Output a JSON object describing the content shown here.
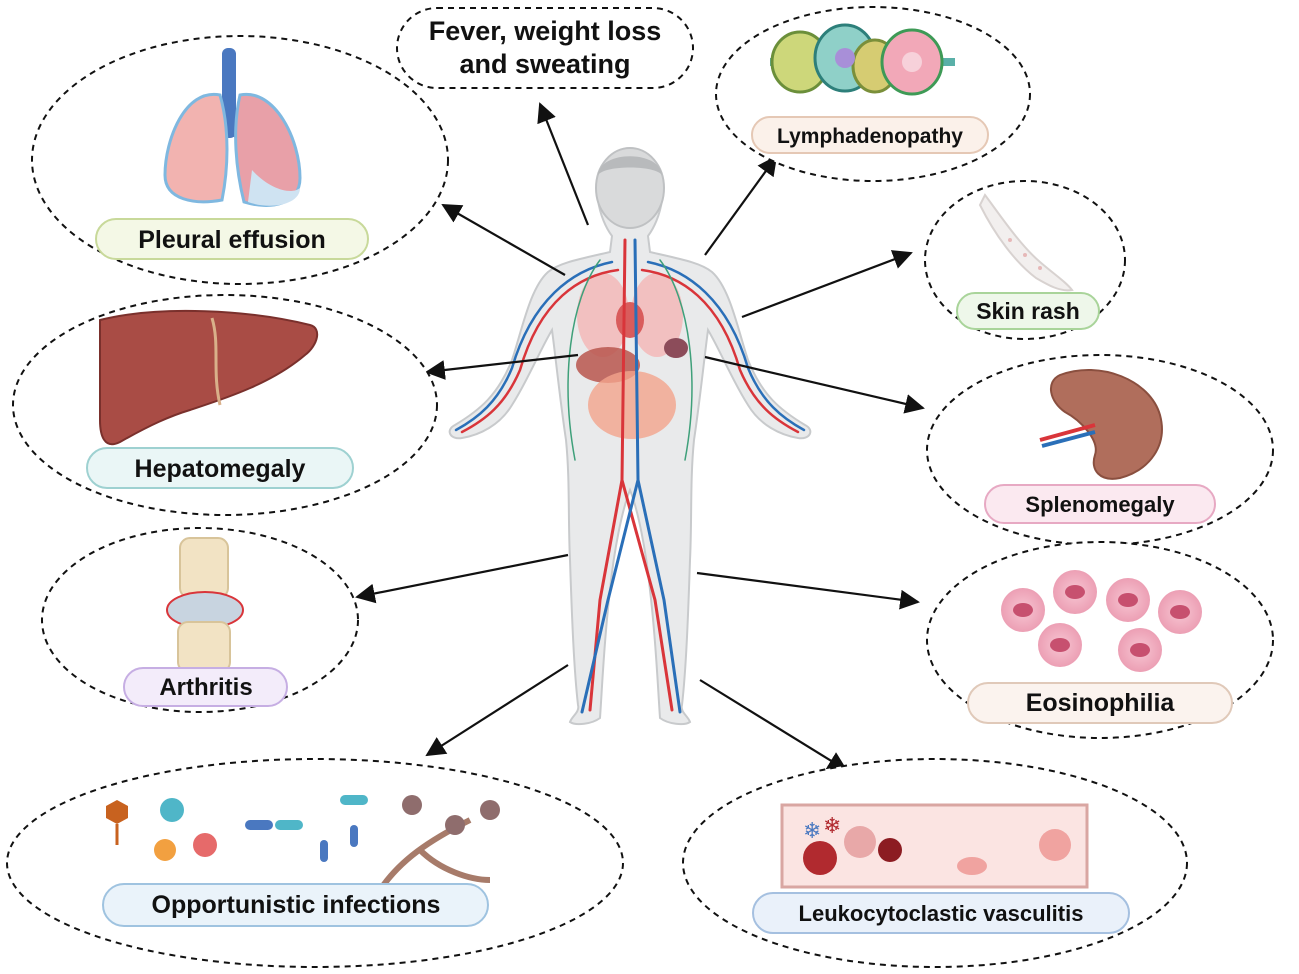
{
  "diagram": {
    "center": "human-body",
    "symptoms": [
      {
        "id": "fever",
        "label_lines": [
          "Fever, weight loss",
          "and sweating"
        ]
      },
      {
        "id": "lymph",
        "label": "Lymphadenopathy",
        "pill_color": "#fbf1ea",
        "pill_border": "#e5c8b5"
      },
      {
        "id": "pleural",
        "label": "Pleural effusion",
        "pill_color": "#f4f8e6",
        "pill_border": "#c8d99a"
      },
      {
        "id": "skin",
        "label": "Skin rash",
        "pill_color": "#eef7ea",
        "pill_border": "#a9d49a"
      },
      {
        "id": "hepato",
        "label": "Hepatomegaly",
        "pill_color": "#eaf6f6",
        "pill_border": "#9ed1d1"
      },
      {
        "id": "spleno",
        "label": "Splenomegaly",
        "pill_color": "#fbe9f0",
        "pill_border": "#e7a9c3"
      },
      {
        "id": "arthritis",
        "label": "Arthritis",
        "pill_color": "#f3ecfa",
        "pill_border": "#c6aee3"
      },
      {
        "id": "eosino",
        "label": "Eosinophilia",
        "pill_color": "#fbf3ee",
        "pill_border": "#e0c9b9"
      },
      {
        "id": "opportunistic",
        "label": "Opportunistic infections",
        "pill_color": "#eaf3fa",
        "pill_border": "#9fc3e0"
      },
      {
        "id": "leuko",
        "label": "Leukocytoclastic vasculitis",
        "pill_color": "#eaf1fa",
        "pill_border": "#a5c0e0"
      }
    ]
  }
}
